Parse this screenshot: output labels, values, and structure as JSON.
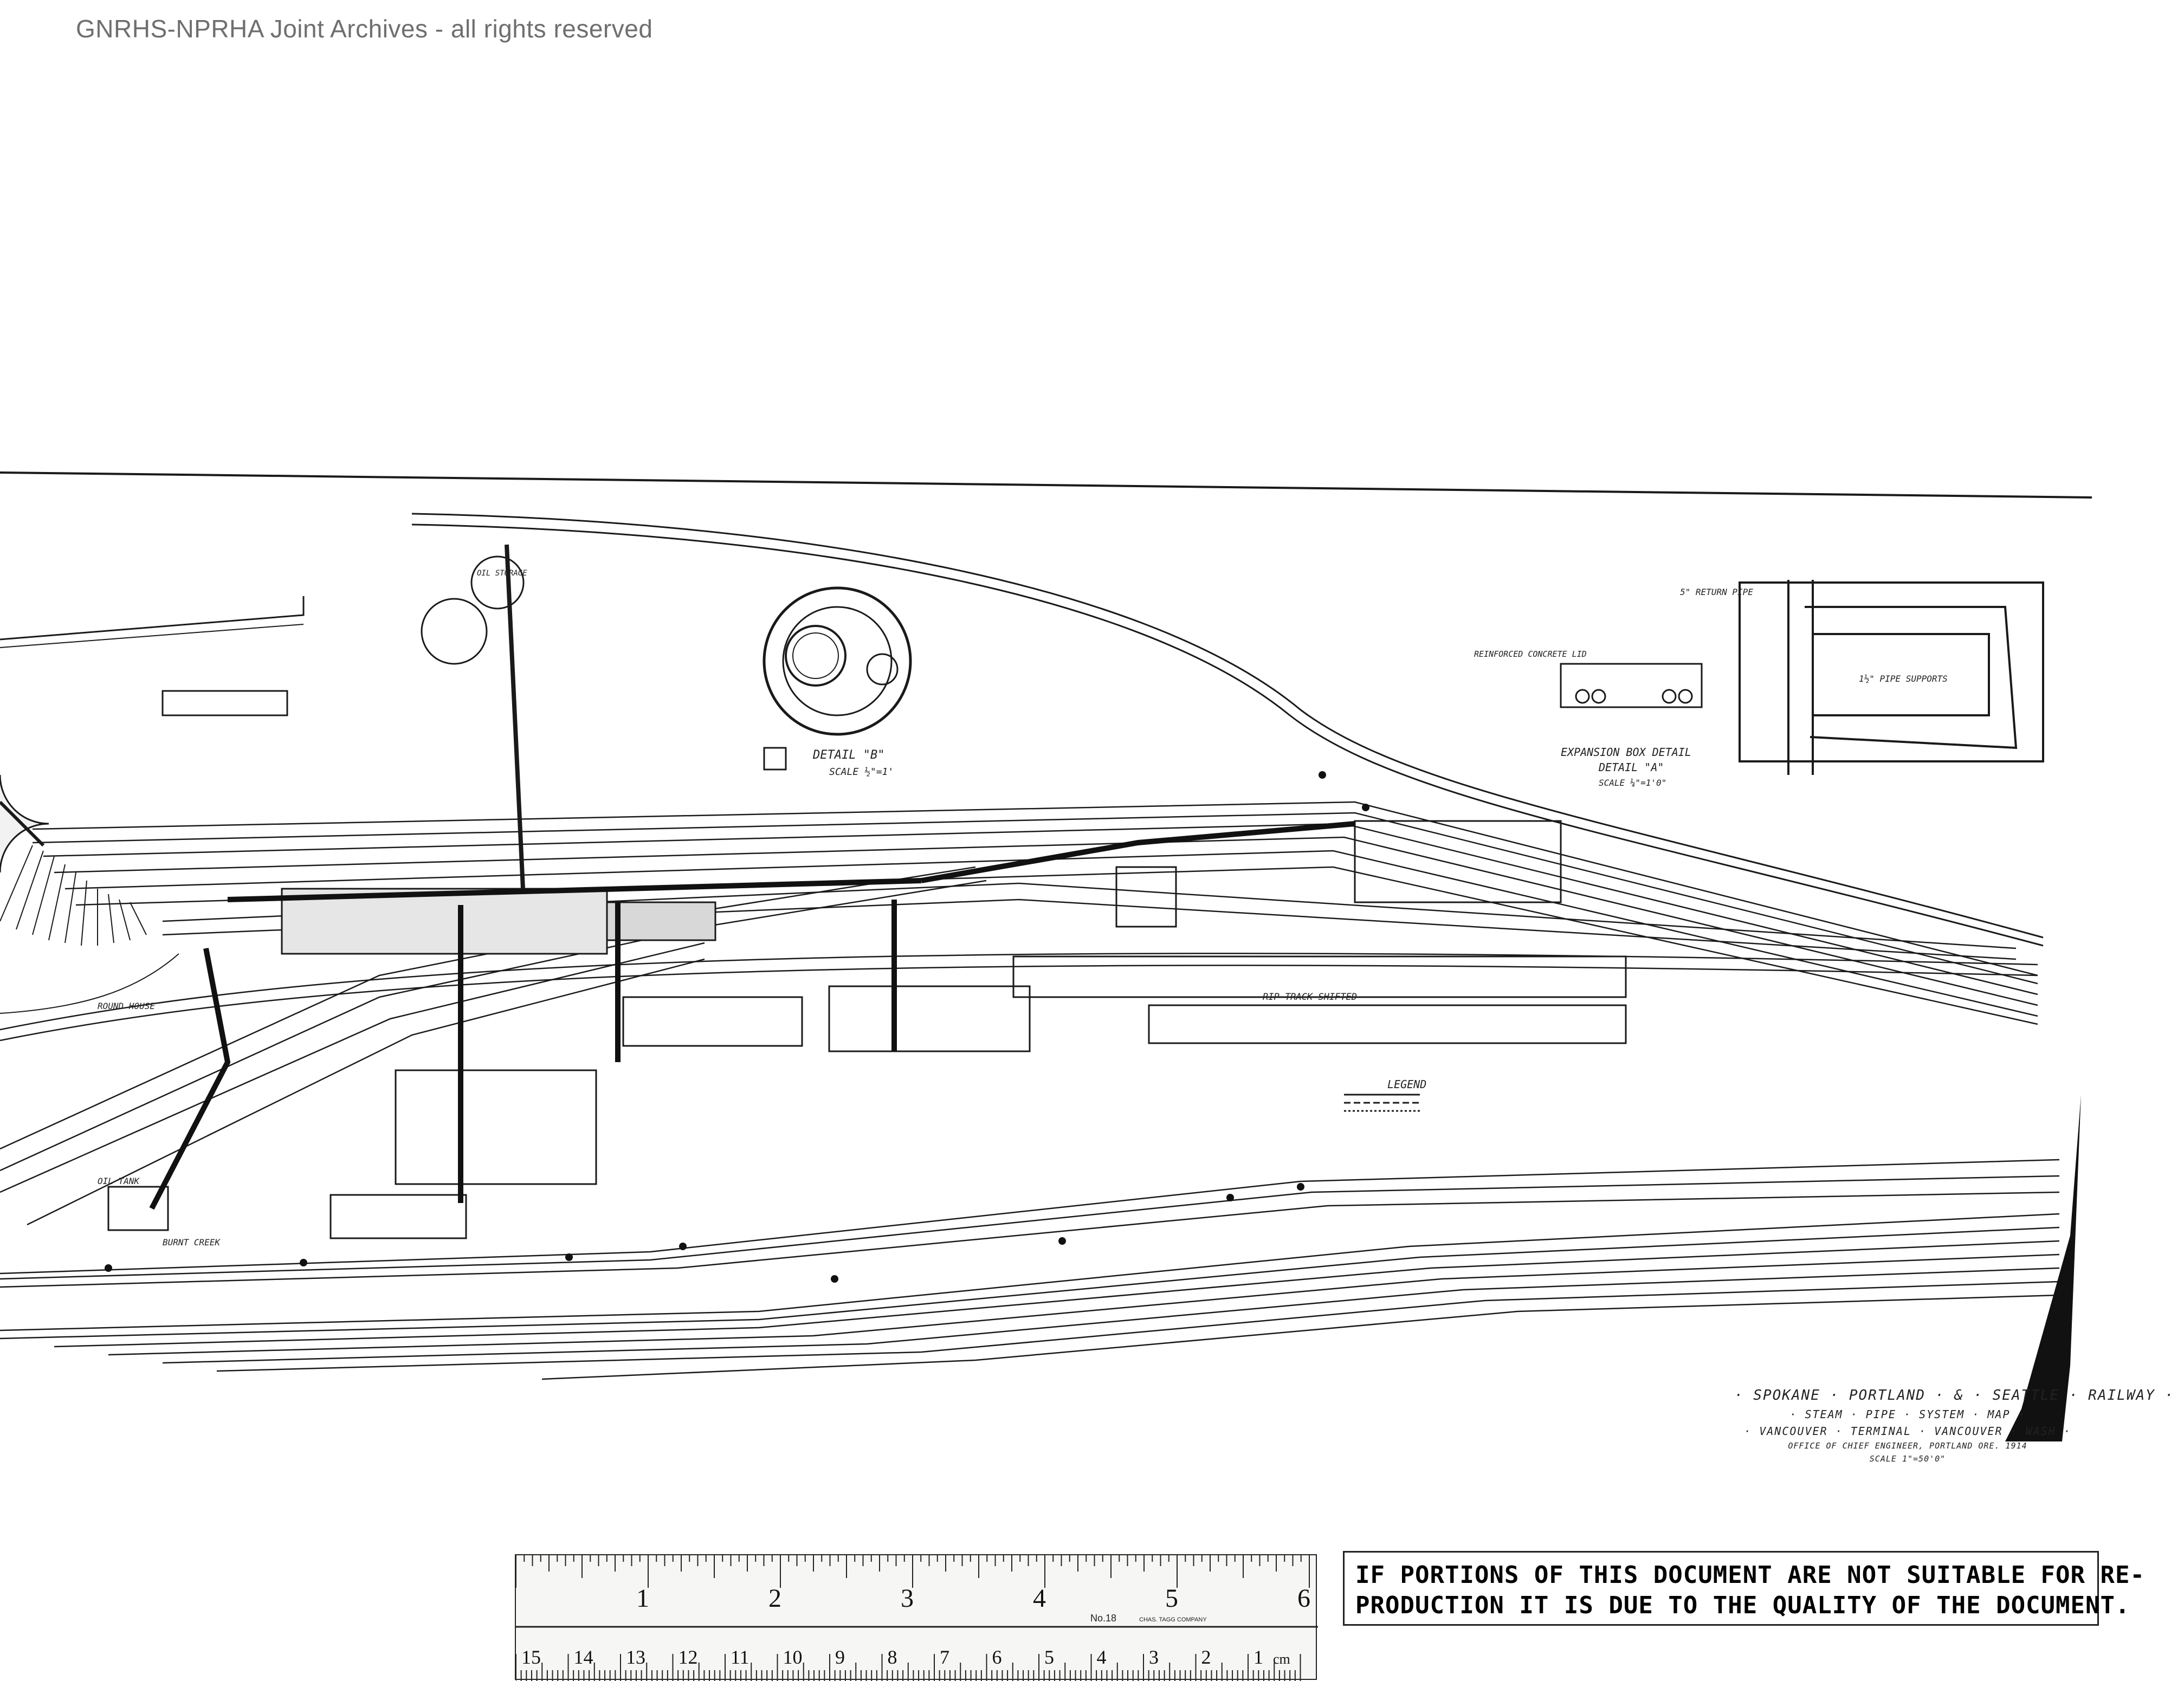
{
  "watermark": "GNRHS-NPRHA Joint Archives - all rights reserved",
  "labels": {
    "detail_b": "DETAIL \"B\"",
    "detail_b_scale": "SCALE ½\"=1'",
    "expansion_box": "EXPANSION BOX DETAIL",
    "detail_a": "DETAIL \"A\"",
    "detail_a_scale": "SCALE ¼\"=1'0\"",
    "return_pipe": "5\" RETURN PIPE",
    "pipe_supports": "1½\" PIPE SUPPORTS",
    "reinforced_concrete": "REINFORCED CONCRETE LID",
    "legend": "LEGEND",
    "rip_track": "RIP TRACK SHIFTED",
    "round_house": "ROUND HOUSE",
    "oil_tank": "OIL TANK",
    "burnt_creek": "BURNT CREEK",
    "oil_storage": "OIL STORAGE"
  },
  "title_block": {
    "line1": "· SPOKANE · PORTLAND · & · SEATTLE · RAILWAY ·",
    "line2": "· STEAM · PIPE · SYSTEM · MAP ·",
    "line3": "· VANCOUVER · TERMINAL · VANCOUVER · WASH ·",
    "line4": "OFFICE OF CHIEF ENGINEER, PORTLAND ORE. 1914",
    "line5": "SCALE 1\"=50'0\""
  },
  "notice": {
    "line1": "IF PORTIONS OF THIS DOCUMENT ARE NOT SUITABLE FOR RE-",
    "line2": "PRODUCTION IT IS DUE TO THE QUALITY OF THE DOCUMENT."
  },
  "ruler": {
    "inch_numbers": [
      "1",
      "2",
      "3",
      "4",
      "5",
      "6"
    ],
    "cm_numbers": [
      "15",
      "14",
      "13",
      "12",
      "11",
      "10",
      "9",
      "8",
      "7",
      "6",
      "5",
      "4",
      "3",
      "2",
      "1"
    ],
    "cm_label": "cm",
    "model": "No.18",
    "maker": "CHAS. TAGG COMPANY"
  }
}
